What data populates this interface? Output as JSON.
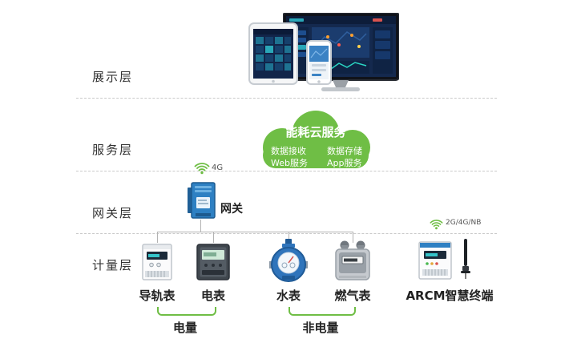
{
  "layers": [
    {
      "id": "display",
      "label": "展示层"
    },
    {
      "id": "service",
      "label": "服务层"
    },
    {
      "id": "gateway",
      "label": "网关层"
    },
    {
      "id": "metering",
      "label": "计量层"
    }
  ],
  "cloud": {
    "title": "能耗云服务",
    "items": [
      {
        "label": "数据接收"
      },
      {
        "label": "数据存储"
      },
      {
        "label": "Web服务"
      },
      {
        "label": "App服务"
      }
    ]
  },
  "gateway": {
    "label": "网关",
    "signal": "4G"
  },
  "devices": [
    {
      "label": "导轨表"
    },
    {
      "label": "电表"
    },
    {
      "label": "水表"
    },
    {
      "label": "燃气表"
    },
    {
      "label": "ARCM智慧终端",
      "signal": "2G/4G/NB"
    }
  ],
  "groups": [
    {
      "label": "电量"
    },
    {
      "label": "非电量"
    }
  ],
  "icons": [
    {
      "name": "wifi-signal-icon"
    },
    {
      "name": "cloud-icon"
    }
  ],
  "colors": {
    "accent_green": "#6fbe45",
    "gateway_blue": "#2e80c3",
    "water_blue": "#2f74bb",
    "line_gray": "#b3b3b3",
    "dash_gray": "#c9c9c9",
    "text_dark": "#222222"
  }
}
